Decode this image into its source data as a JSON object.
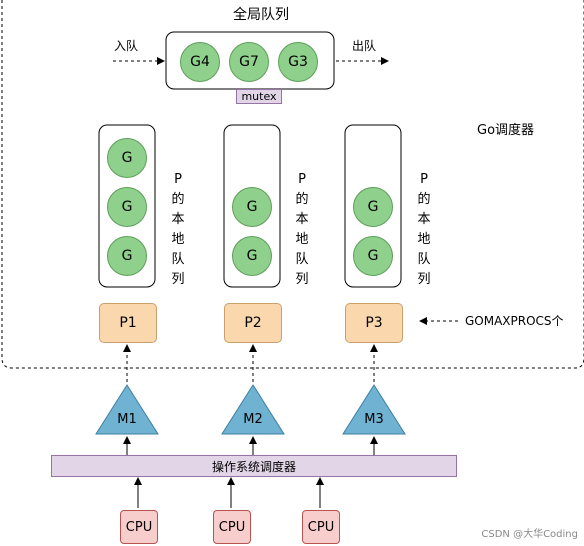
{
  "title": "全局队列",
  "enqueue_label": "入队",
  "dequeue_label": "出队",
  "global_queue": [
    "G4",
    "G7",
    "G3"
  ],
  "mutex_label": "mutex",
  "scheduler_label": "Go调度器",
  "local_queue_label": "P的本地队列",
  "processors": [
    {
      "name": "P1",
      "goroutines": [
        "G",
        "G",
        "G"
      ]
    },
    {
      "name": "P2",
      "goroutines": [
        "G",
        "G"
      ]
    },
    {
      "name": "P3",
      "goroutines": [
        "G",
        "G"
      ]
    }
  ],
  "gomaxprocs_label": "GOMAXPROCS个",
  "machines": [
    "M1",
    "M2",
    "M3"
  ],
  "os_scheduler_label": "操作系统调度器",
  "cpus": [
    "CPU",
    "CPU",
    "CPU"
  ],
  "watermark": "CSDN @大华Coding",
  "colors": {
    "goroutine": "#8fd18c",
    "processor": "#fad7ac",
    "machine": "#6fb2d2",
    "os_scheduler": "#e1d5e7",
    "cpu": "#f8cecc"
  }
}
